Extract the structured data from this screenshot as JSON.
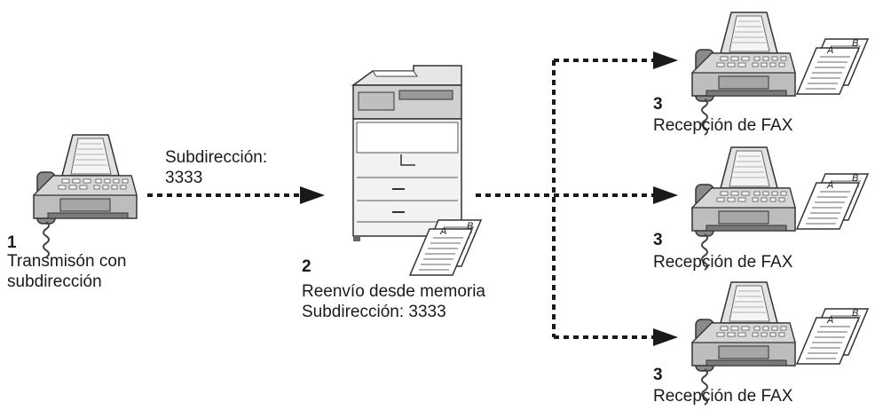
{
  "sender": {
    "number": "1",
    "label_line1": "Transmisón con",
    "label_line2": "subdirección"
  },
  "link": {
    "label_line1": "Subdirección:",
    "label_line2": "3333"
  },
  "relay": {
    "number": "2",
    "label_line1": "Reenvío desde memoria",
    "label_line2": "Subdirección: 3333"
  },
  "receivers": [
    {
      "number": "3",
      "label": "Recepción de FAX"
    },
    {
      "number": "3",
      "label": "Recepción de FAX"
    },
    {
      "number": "3",
      "label": "Recepción de FAX"
    }
  ],
  "doc_glyphs": {
    "front": "A",
    "back": "B"
  },
  "icons": [
    "fax-machine-icon",
    "multifunction-printer-icon",
    "documents-icon"
  ]
}
